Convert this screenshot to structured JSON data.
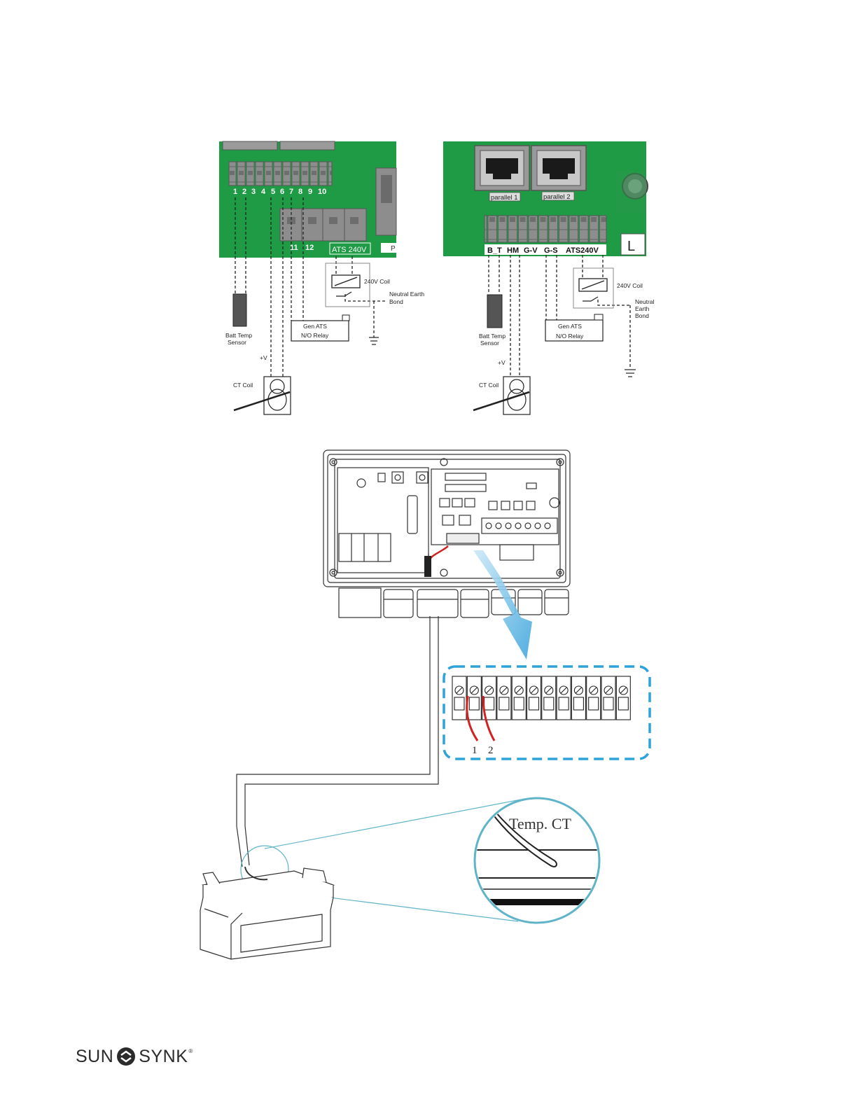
{
  "left_diagram": {
    "terminal_numbers": [
      "1",
      "2",
      "3",
      "4",
      "5",
      "6",
      "7",
      "8",
      "9",
      "10"
    ],
    "terminal_11": "11",
    "terminal_12": "12",
    "ats_label": "ATS 240V",
    "p_label": "P",
    "coil_label": "240V Coil",
    "neutral_label_1": "Neutral Earth",
    "neutral_label_2": "Bond",
    "gen_ats_1": "Gen ATS",
    "gen_ats_2": "N/O Relay",
    "batt_temp_1": "Batt Temp",
    "batt_temp_2": "Sensor",
    "plus_v": "+V",
    "ct_coil": "CT Coil"
  },
  "right_diagram": {
    "parallel_1": "parallel 1",
    "parallel_2": "parallel 2",
    "l_label": "L",
    "bt_label": "B_T",
    "hm_label": "HM",
    "gv_label": "G-V",
    "gs_label": "G-S",
    "ats_label": "ATS240V",
    "coil_label": "240V Coil",
    "neutral_1": "Neutral",
    "neutral_2": "Earth",
    "neutral_3": "Bond",
    "gen_ats_1": "Gen ATS",
    "gen_ats_2": "N/O Relay",
    "batt_temp_1": "Batt Temp",
    "batt_temp_2": "Sensor",
    "plus_v": "+V",
    "ct_coil": "CT Coil"
  },
  "bottom_diagram": {
    "pin_1": "1",
    "pin_2": "2",
    "temp_ct": "Temp. CT"
  },
  "logo": {
    "left": "SUN",
    "right": "SYNK",
    "reg": "®"
  },
  "colors": {
    "pcb_green": "#1f9a45",
    "terminal_grey": "#8a8a8a",
    "callout_blue": "#2ea3d9",
    "wire_red": "#d42020",
    "zoom_teal": "#5fb4c9"
  }
}
